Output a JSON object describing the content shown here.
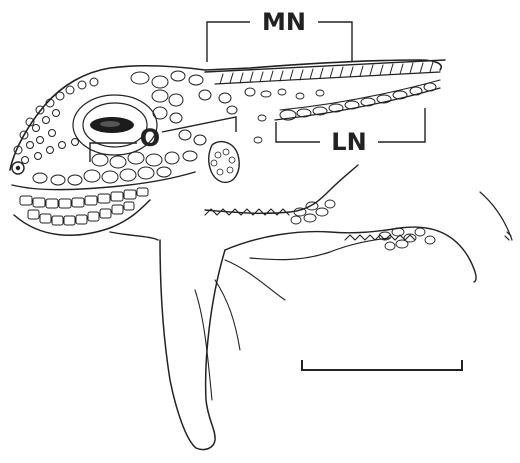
{
  "labels": {
    "mn": "MN",
    "ln": "LN",
    "o": "O"
  }
}
